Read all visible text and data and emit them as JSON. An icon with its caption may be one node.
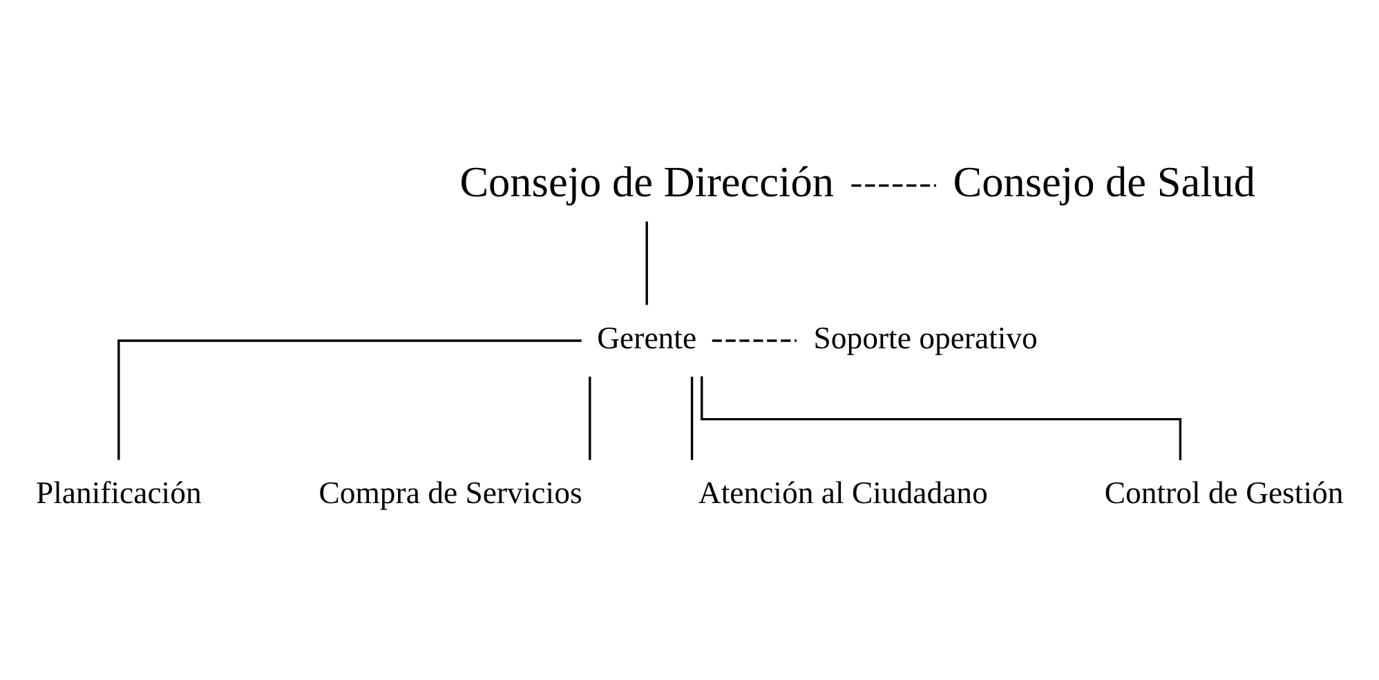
{
  "diagram": {
    "nodes": [
      {
        "text": [
          "Consejo de Dirección"
        ]
      },
      {
        "text": [
          "Consejo de Salud"
        ]
      },
      {
        "text": [
          "Gerente"
        ]
      },
      {
        "text": [
          "Soporte operativo"
        ]
      },
      {
        "text": [
          "Planificación"
        ]
      },
      {
        "text": [
          "Compra de Servicios"
        ]
      },
      {
        "text": [
          "Atención al Ciudadano"
        ]
      },
      {
        "text": [
          "Control de Gestión"
        ]
      }
    ],
    "edges": [
      {
        "from": 0,
        "to": 1,
        "arrow": "none",
        "style": "dashed"
      },
      {
        "from": 0,
        "to": 2,
        "arrow": "none"
      },
      {
        "from": 2,
        "to": 3,
        "arrow": "none",
        "style": "dashed"
      },
      {
        "from": 2,
        "to": 4,
        "arrow": "none"
      },
      {
        "from": 2,
        "to": 5,
        "arrow": "none"
      },
      {
        "from": 2,
        "to": 6,
        "arrow": "none"
      },
      {
        "from": 2,
        "to": 7,
        "arrow": "none"
      }
    ]
  }
}
